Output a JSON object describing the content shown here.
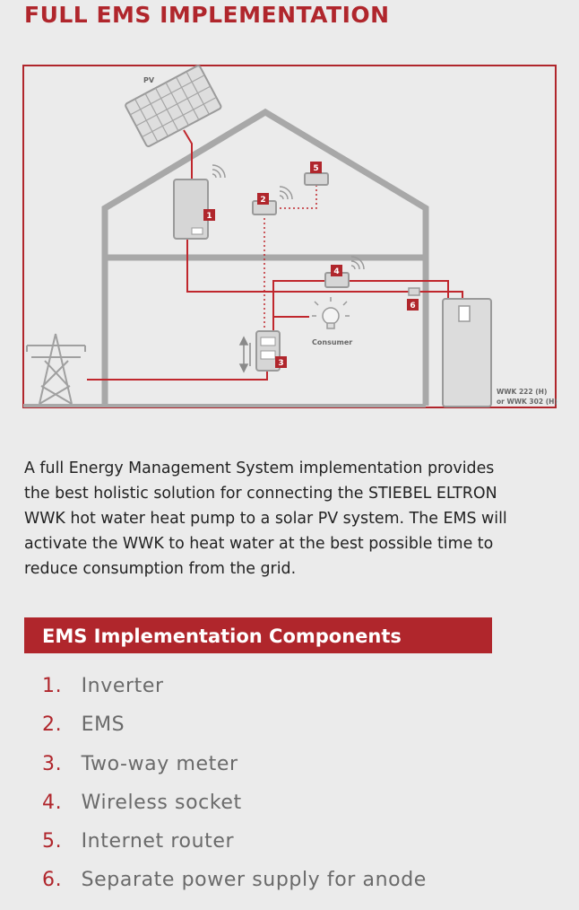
{
  "title": "FULL EMS IMPLEMENTATION",
  "diagram": {
    "pv_label": "PV",
    "consumer_label": "Consumer",
    "tank_label_line1": "WWK 222 (H)",
    "tank_label_line2": "or WWK 302 (H)",
    "badges": [
      "1",
      "2",
      "3",
      "4",
      "5",
      "6"
    ],
    "colors": {
      "frame": "#b0262c",
      "house": "#a8a8a8",
      "wire": "#c0272d",
      "data_link": "#c0272d"
    }
  },
  "description": "A full Energy Management System implementation provides the best holistic solution for connecting the STIEBEL ELTRON WWK hot water heat pump to a solar PV system. The EMS will activate the WWK to heat water at the best possible time to reduce consumption from the grid.",
  "components_section": {
    "heading": "EMS Implementation Components",
    "items": [
      {
        "number": "1.",
        "label": "Inverter"
      },
      {
        "number": "2.",
        "label": "EMS"
      },
      {
        "number": "3.",
        "label": "Two-way meter"
      },
      {
        "number": "4.",
        "label": "Wireless socket"
      },
      {
        "number": "5.",
        "label": "Internet router"
      },
      {
        "number": "6.",
        "label": "Separate power supply for anode"
      }
    ]
  }
}
